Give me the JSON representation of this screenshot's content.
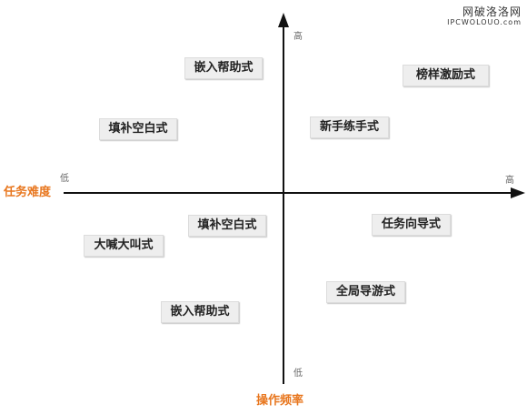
{
  "watermark": {
    "main": "网破洛洛网",
    "sub": "IPCWOLOUO.com"
  },
  "axes": {
    "horizontal": {
      "title": "任务难度",
      "low": "低",
      "high": "高"
    },
    "vertical": {
      "title": "操作频率",
      "low": "低",
      "high": "高"
    }
  },
  "colors": {
    "accent": "#e8771f",
    "axis": "#111111",
    "box_bg": "#eeeeee"
  },
  "quadrants": {
    "top_left": [
      {
        "label": "嵌入帮助式"
      },
      {
        "label": "填补空白式"
      }
    ],
    "top_right": [
      {
        "label": "榜样激励式"
      },
      {
        "label": "新手练手式"
      }
    ],
    "bottom_left": [
      {
        "label": "填补空白式"
      },
      {
        "label": "大喊大叫式"
      },
      {
        "label": "嵌入帮助式"
      }
    ],
    "bottom_right": [
      {
        "label": "任务向导式"
      },
      {
        "label": "全局导游式"
      }
    ]
  }
}
